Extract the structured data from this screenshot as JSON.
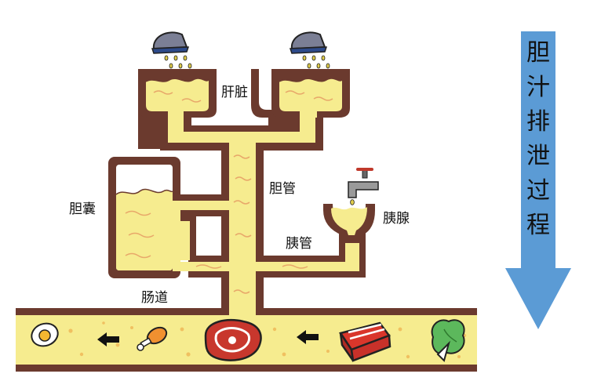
{
  "labels": {
    "liver": "肝脏",
    "bile_duct": "胆管",
    "gallbladder": "胆囊",
    "pancreas": "胰腺",
    "pancreatic_duct": "胰管",
    "intestine": "肠道"
  },
  "arrow_title": [
    "胆",
    "汁",
    "排",
    "泄",
    "过",
    "程"
  ],
  "colors": {
    "tube": "#6b3a2e",
    "fluid": "#f6ec8f",
    "wave": "#e8a86a",
    "arrow": "#5b9bd5",
    "cup": "#7b7f95",
    "cup_rim": "#2d4a8a",
    "drop": "#e0cc4a"
  },
  "icons": [
    "egg-icon",
    "arrow-left-icon",
    "drumstick-icon",
    "steak-icon",
    "arrow-left-icon",
    "meat-slab-icon",
    "cabbage-icon",
    "faucet-icon",
    "spout-icon",
    "spout-icon"
  ]
}
